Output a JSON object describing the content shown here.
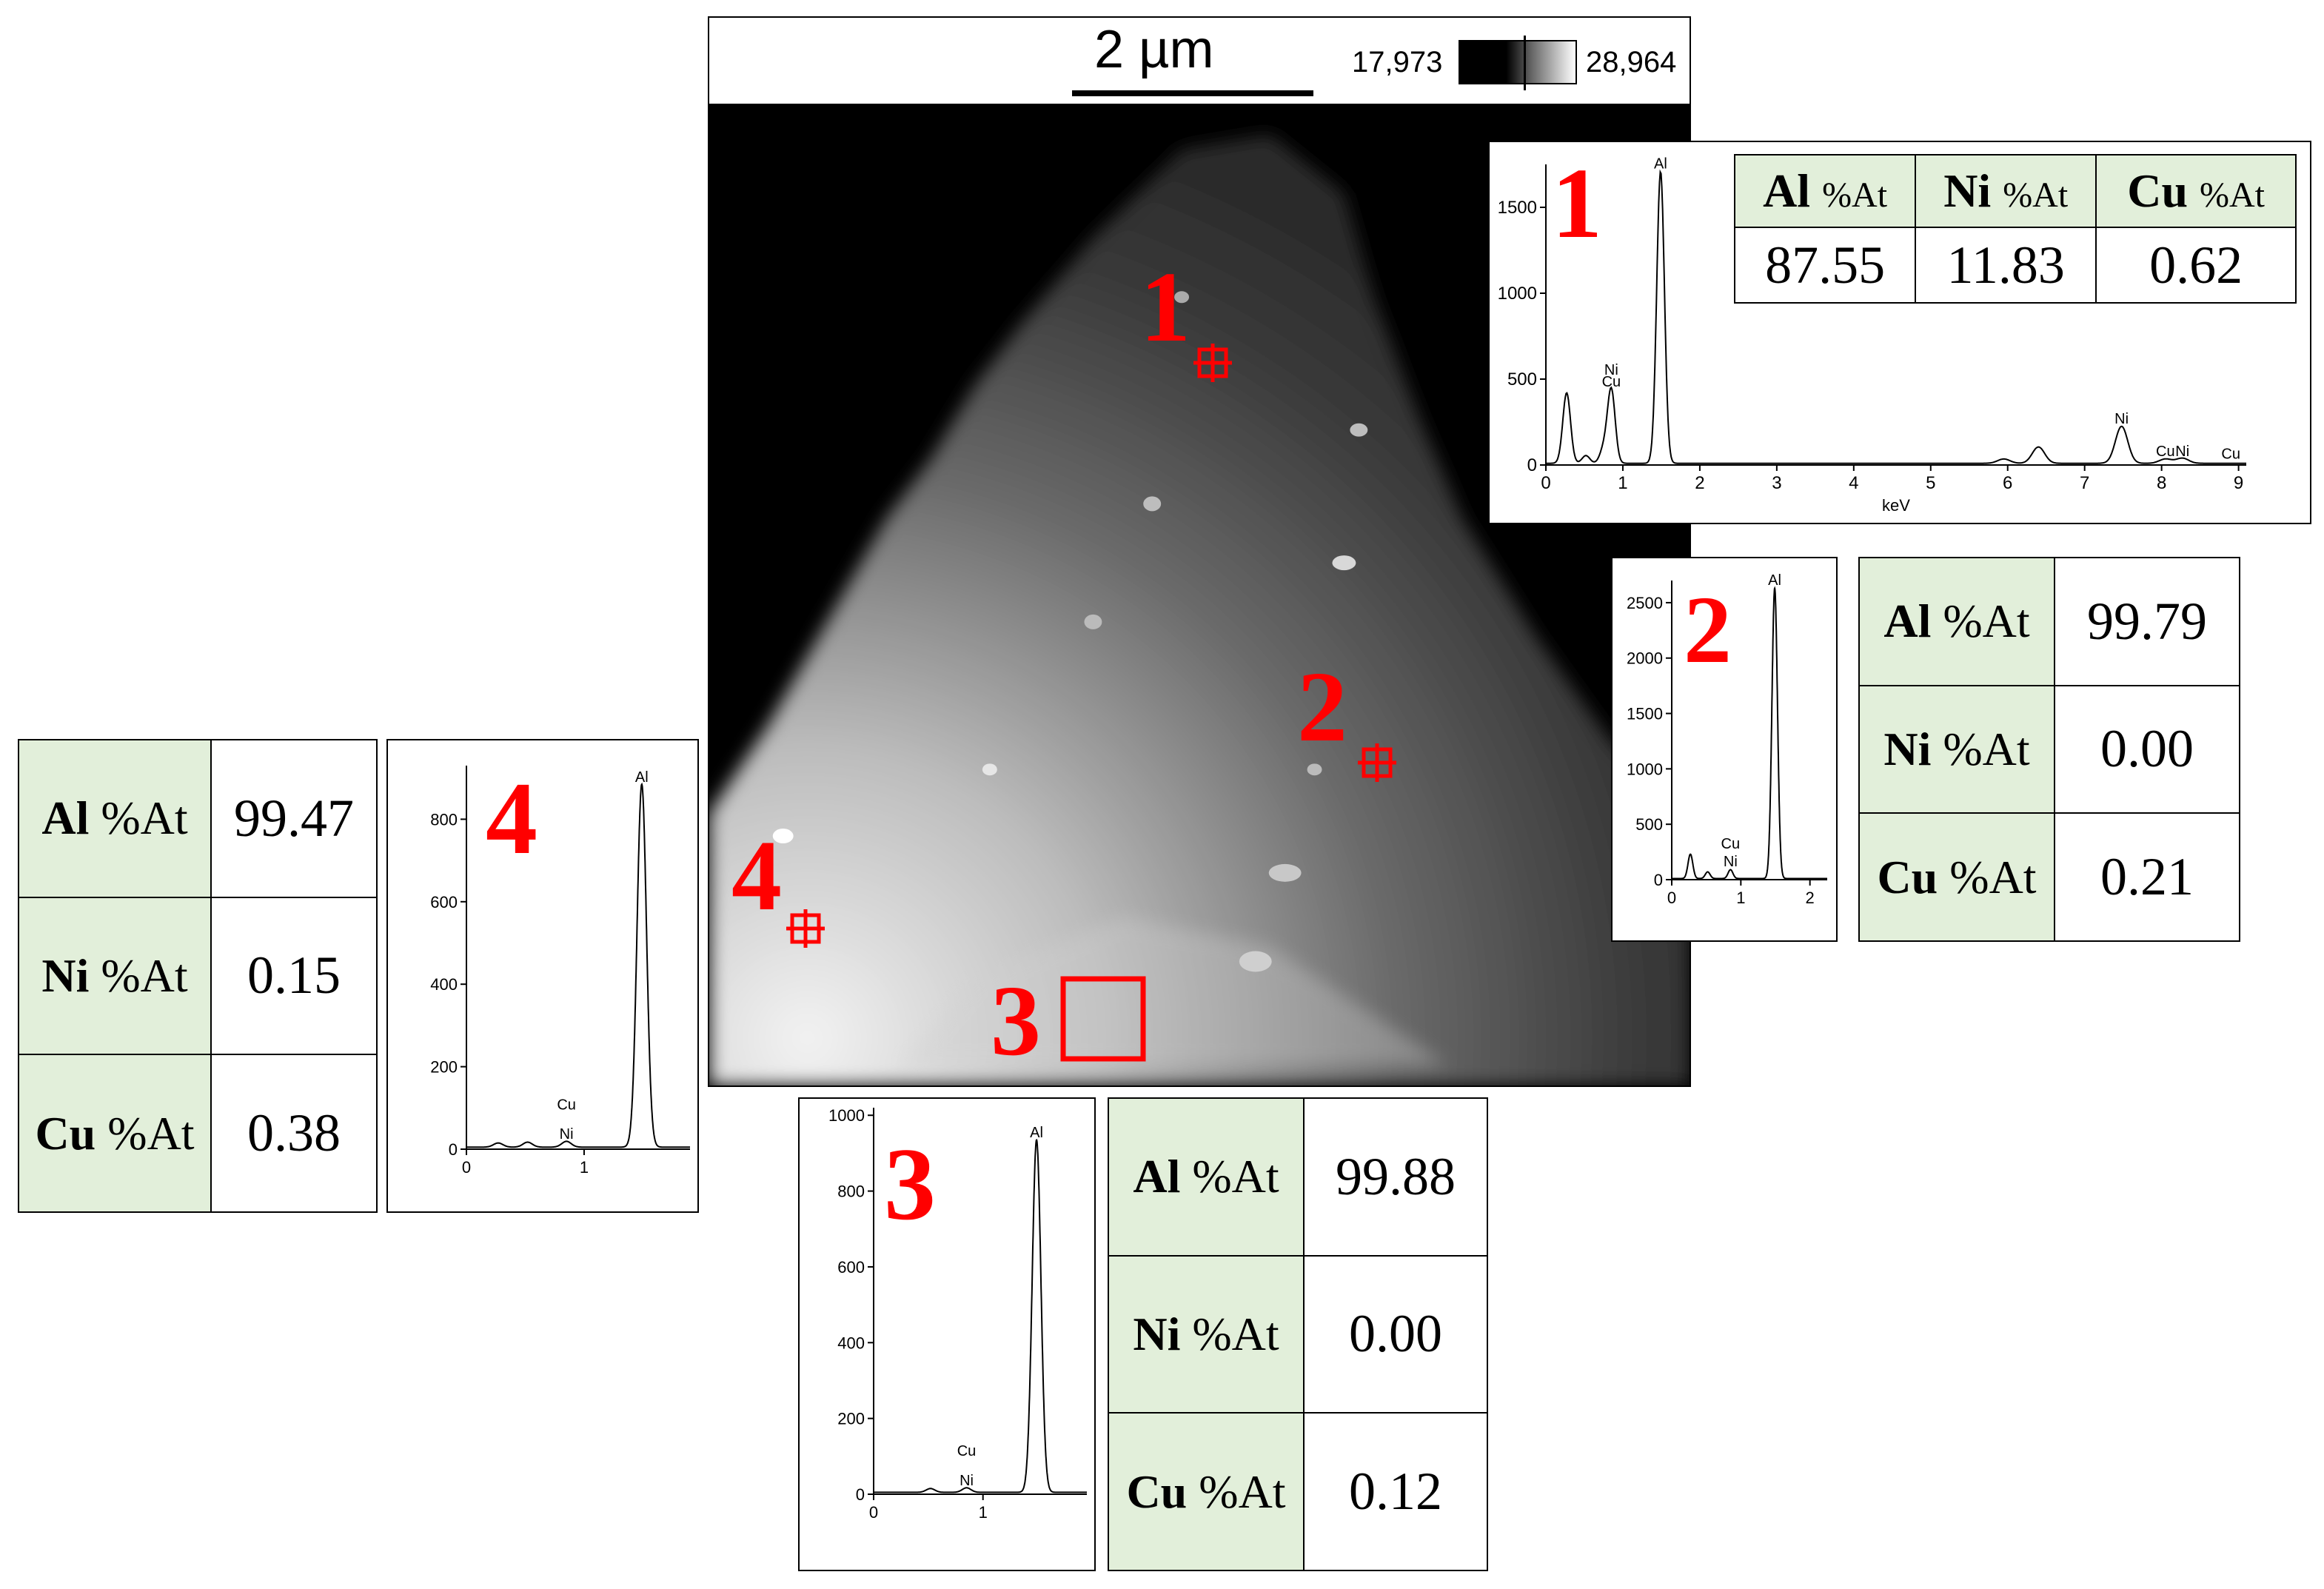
{
  "micrograph": {
    "scale_label": "2 µm",
    "colorbar_min": "17,973",
    "colorbar_max": "28,964"
  },
  "points": [
    {
      "label": "1",
      "marker": "crosshair-icon"
    },
    {
      "label": "2",
      "marker": "crosshair-icon"
    },
    {
      "label": "3",
      "marker": "square-region-icon"
    },
    {
      "label": "4",
      "marker": "crosshair-icon"
    }
  ],
  "colors": {
    "accent": "#ff0000",
    "table_header_bg": "#e2efda",
    "spectrum_line": "#000000"
  },
  "tables": {
    "p1": {
      "headers": [
        {
          "el": "Al",
          "unit": "%At"
        },
        {
          "el": "Ni",
          "unit": "%At"
        },
        {
          "el": "Cu",
          "unit": "%At"
        }
      ],
      "values": [
        "87.55",
        "11.83",
        "0.62"
      ]
    },
    "p2": {
      "rows": [
        {
          "el": "Al",
          "unit": "%At",
          "value": "99.79"
        },
        {
          "el": "Ni",
          "unit": "%At",
          "value": "0.00"
        },
        {
          "el": "Cu",
          "unit": "%At",
          "value": "0.21"
        }
      ]
    },
    "p3": {
      "rows": [
        {
          "el": "Al",
          "unit": "%At",
          "value": "99.88"
        },
        {
          "el": "Ni",
          "unit": "%At",
          "value": "0.00"
        },
        {
          "el": "Cu",
          "unit": "%At",
          "value": "0.12"
        }
      ]
    },
    "p4": {
      "rows": [
        {
          "el": "Al",
          "unit": "%At",
          "value": "99.47"
        },
        {
          "el": "Ni",
          "unit": "%At",
          "value": "0.15"
        },
        {
          "el": "Cu",
          "unit": "%At",
          "value": "0.38"
        }
      ]
    }
  },
  "chart_data": [
    {
      "id": "spectrum-1",
      "type": "line",
      "title": "",
      "xlabel": "keV",
      "ylabel": "",
      "xlim": [
        0,
        9.1
      ],
      "ylim": [
        0,
        1750
      ],
      "xticks": [
        0,
        1,
        2,
        3,
        4,
        5,
        6,
        7,
        8,
        9
      ],
      "yticks": [
        0,
        500,
        1000,
        1500
      ],
      "peaks": [
        {
          "x": 0.27,
          "y": 410,
          "w": 0.05
        },
        {
          "x": 0.52,
          "y": 45,
          "w": 0.05
        },
        {
          "x": 0.75,
          "y": 80,
          "w": 0.05
        },
        {
          "x": 0.85,
          "y": 430,
          "w": 0.05
        },
        {
          "x": 1.49,
          "y": 1700,
          "w": 0.05
        },
        {
          "x": 5.95,
          "y": 25,
          "w": 0.08
        },
        {
          "x": 6.4,
          "y": 95,
          "w": 0.08
        },
        {
          "x": 7.48,
          "y": 215,
          "w": 0.08
        },
        {
          "x": 8.05,
          "y": 25,
          "w": 0.08
        },
        {
          "x": 8.27,
          "y": 30,
          "w": 0.08
        }
      ],
      "baseline": 10,
      "annotations": [
        {
          "text": "Al",
          "x": 1.49,
          "y": 1700
        },
        {
          "text": "Ni",
          "x": 0.85,
          "y": 500
        },
        {
          "text": "Cu",
          "x": 0.85,
          "y": 430
        },
        {
          "text": "Ni",
          "x": 7.48,
          "y": 215
        },
        {
          "text": "Cu",
          "x": 8.05,
          "y": 25
        },
        {
          "text": "Ni",
          "x": 8.27,
          "y": 25
        },
        {
          "text": "Cu",
          "x": 8.9,
          "y": 10
        }
      ]
    },
    {
      "id": "spectrum-2",
      "type": "line",
      "title": "",
      "xlabel": "",
      "ylabel": "",
      "xlim": [
        0,
        2.25
      ],
      "ylim": [
        0,
        2700
      ],
      "xticks": [
        0,
        1,
        2
      ],
      "yticks": [
        0,
        500,
        1000,
        1500,
        2000,
        2500
      ],
      "peaks": [
        {
          "x": 0.27,
          "y": 220,
          "w": 0.035
        },
        {
          "x": 0.52,
          "y": 60,
          "w": 0.035
        },
        {
          "x": 0.85,
          "y": 80,
          "w": 0.035
        },
        {
          "x": 1.49,
          "y": 2620,
          "w": 0.04
        }
      ],
      "baseline": 10,
      "annotations": [
        {
          "text": "Al",
          "x": 1.49,
          "y": 2620
        },
        {
          "text": "Cu",
          "x": 0.85,
          "y": 240
        },
        {
          "text": "Ni",
          "x": 0.85,
          "y": 80
        }
      ]
    },
    {
      "id": "spectrum-3",
      "type": "line",
      "title": "",
      "xlabel": "",
      "ylabel": "",
      "xlim": [
        0,
        1.95
      ],
      "ylim": [
        0,
        1020
      ],
      "xticks": [
        0,
        1
      ],
      "yticks": [
        0,
        200,
        400,
        600,
        800,
        1000
      ],
      "peaks": [
        {
          "x": 0.52,
          "y": 10,
          "w": 0.04
        },
        {
          "x": 0.85,
          "y": 12,
          "w": 0.04
        },
        {
          "x": 1.49,
          "y": 930,
          "w": 0.04
        }
      ],
      "baseline": 5,
      "annotations": [
        {
          "text": "Al",
          "x": 1.49,
          "y": 930
        },
        {
          "text": "Cu",
          "x": 0.85,
          "y": 90
        },
        {
          "text": "Ni",
          "x": 0.85,
          "y": 12
        }
      ]
    },
    {
      "id": "spectrum-4",
      "type": "line",
      "title": "",
      "xlabel": "",
      "ylabel": "",
      "xlim": [
        0,
        1.9
      ],
      "ylim": [
        0,
        930
      ],
      "xticks": [
        0,
        1
      ],
      "yticks": [
        0,
        200,
        400,
        600,
        800
      ],
      "peaks": [
        {
          "x": 0.27,
          "y": 10,
          "w": 0.04
        },
        {
          "x": 0.52,
          "y": 12,
          "w": 0.04
        },
        {
          "x": 0.85,
          "y": 14,
          "w": 0.04
        },
        {
          "x": 1.49,
          "y": 880,
          "w": 0.04
        }
      ],
      "baseline": 5,
      "annotations": [
        {
          "text": "Al",
          "x": 1.49,
          "y": 880
        },
        {
          "text": "Cu",
          "x": 0.85,
          "y": 85
        },
        {
          "text": "Ni",
          "x": 0.85,
          "y": 14
        }
      ]
    }
  ]
}
